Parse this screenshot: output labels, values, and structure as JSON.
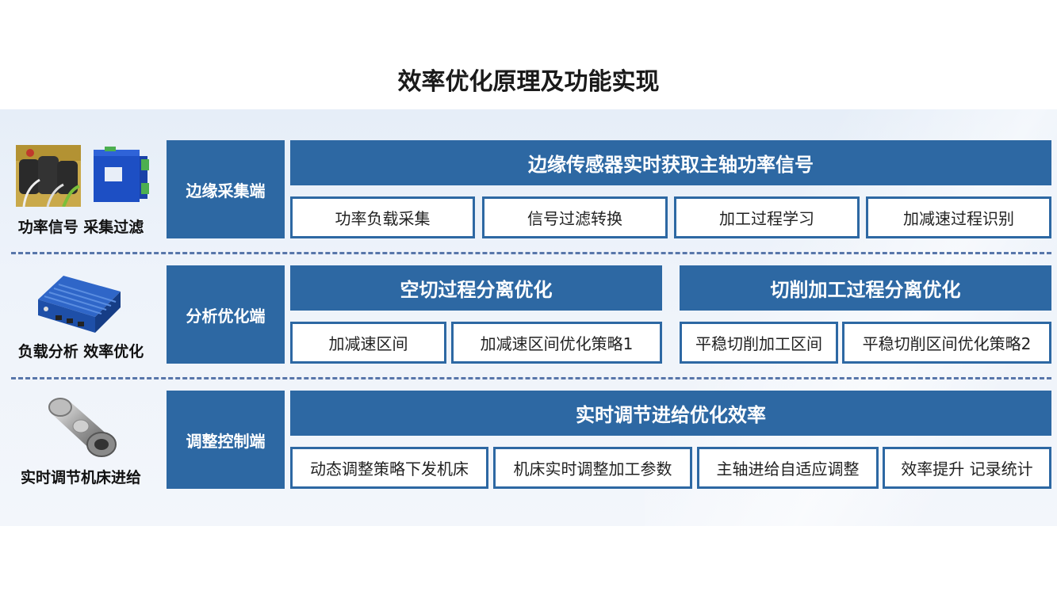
{
  "title": "效率优化原理及功能实现",
  "rows": [
    {
      "side_label": "功率信号 采集过滤",
      "level": "边缘采集端",
      "bands": [
        "边缘传感器实时获取主轴功率信号"
      ],
      "boxes": [
        "功率负载采集",
        "信号过滤转换",
        "加工过程学习",
        "加减速过程识别"
      ]
    },
    {
      "side_label": "负载分析 效率优化",
      "level": "分析优化端",
      "bands": [
        "空切过程分离优化",
        "切削加工过程分离优化"
      ],
      "boxes": [
        "加减速区间",
        "加减速区间优化策略1",
        "平稳切削加工区间",
        "平稳切削区间优化策略2"
      ]
    },
    {
      "side_label": "实时调节机床进给",
      "level": "调整控制端",
      "bands": [
        "实时调节进给优化效率"
      ],
      "boxes": [
        "动态调整策略下发机床",
        "机床实时调整加工参数",
        "主轴进给自适应调整",
        "效率提升 记录统计"
      ]
    }
  ],
  "icons": [
    "power-sensor-icon",
    "acquisition-module-icon",
    "edge-computer-icon",
    "spindle-icon"
  ],
  "colors": {
    "primary": "#2d68a3",
    "dash": "#5876aa"
  }
}
